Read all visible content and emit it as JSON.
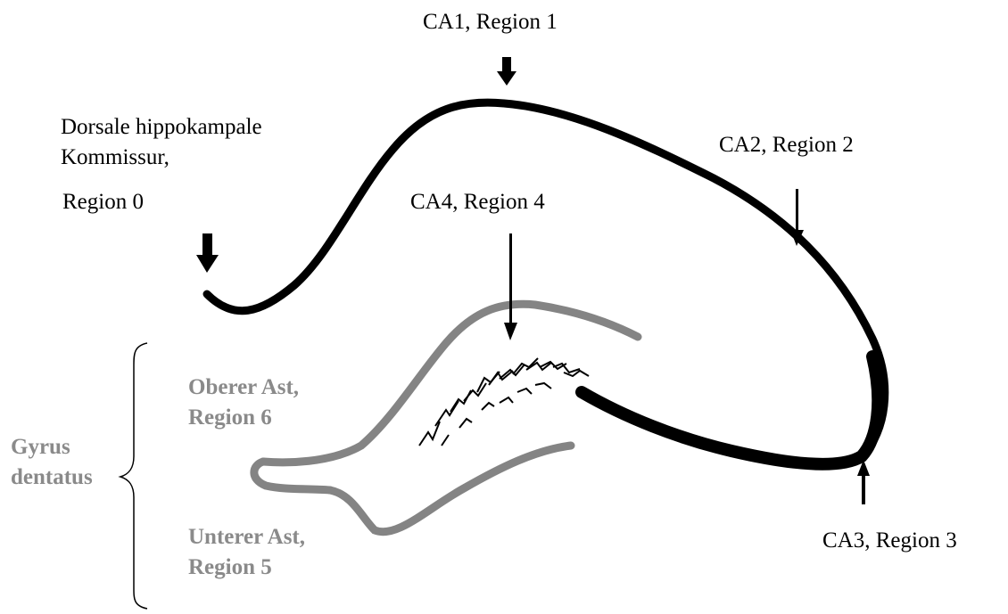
{
  "labels": {
    "ca1": "CA1, Region 1",
    "ca2": "CA2, Region 2",
    "ca3": "CA3, Region 3",
    "ca4": "CA4, Region 4",
    "commissure_line1": "Dorsale hippokampale",
    "commissure_line2": "Kommissur,",
    "region0": "Region 0",
    "upper_branch_line1": "Oberer Ast,",
    "upper_branch_line2": "Region 6",
    "lower_branch_line1": "Unterer Ast,",
    "lower_branch_line2": "Region 5",
    "gyrus_line1": "Gyrus",
    "gyrus_line2": "dentatus"
  },
  "colors": {
    "hippocampus_stroke": "#000000",
    "dentate_gyrus_stroke": "#848484",
    "dentate_label": "#8a8a8a",
    "text": "#000000"
  }
}
